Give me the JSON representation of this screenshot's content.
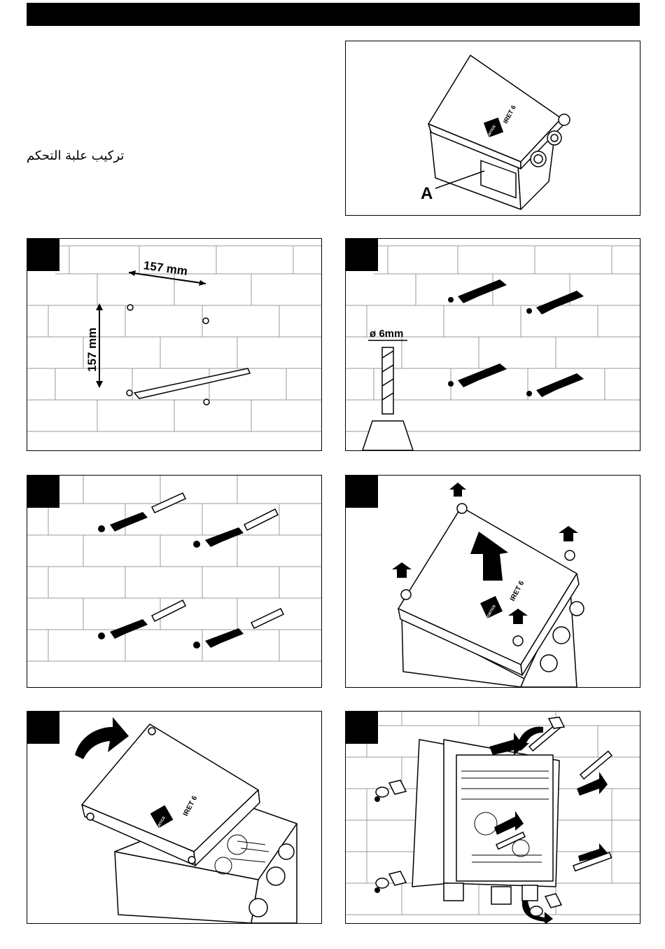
{
  "header": {
    "title": "تركيب علبة التحكم"
  },
  "figures": {
    "overview": {
      "callout": "A",
      "product_label": "IRET 6",
      "brand": "VORTICE"
    },
    "step1": {
      "dim_horizontal": "157 mm",
      "dim_vertical": "157 mm"
    },
    "step2": {
      "drill_diameter": "ø 6mm"
    },
    "step4": {
      "product_label": "IRET 6",
      "brand": "VORTICE"
    },
    "step5": {
      "product_label": "IRET 6",
      "brand": "VORTICE"
    }
  }
}
